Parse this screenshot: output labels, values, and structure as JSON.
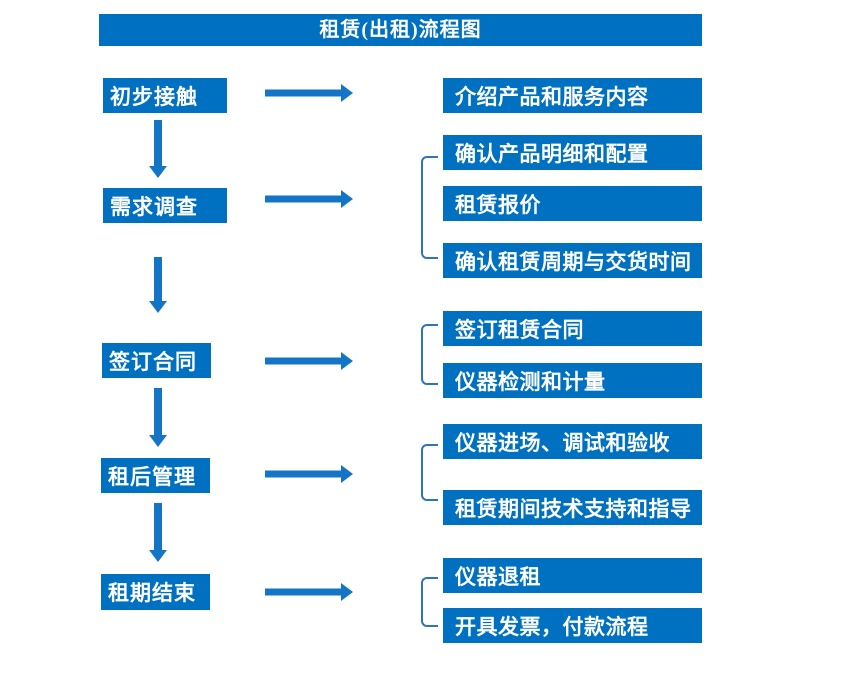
{
  "title": "租赁(出租)流程图",
  "colors": {
    "box_blue": "#0070C0",
    "arrow_blue": "#1474C6",
    "bracket_blue": "#2E75B6",
    "text_white": "#FFFFFF"
  },
  "steps": [
    {
      "label": "初步接触",
      "outputs": [
        "介绍产品和服务内容"
      ]
    },
    {
      "label": "需求调查",
      "outputs": [
        "确认产品明细和配置",
        "租赁报价",
        "确认租赁周期与交货时间"
      ]
    },
    {
      "label": "签订合同",
      "outputs": [
        "签订租赁合同",
        "仪器检测和计量"
      ]
    },
    {
      "label": "租后管理",
      "outputs": [
        "仪器进场、调试和验收",
        "租赁期间技术支持和指导"
      ]
    },
    {
      "label": "租期结束",
      "outputs": [
        "仪器退租",
        "开具发票，付款流程"
      ]
    }
  ],
  "chart_type": "flowchart"
}
